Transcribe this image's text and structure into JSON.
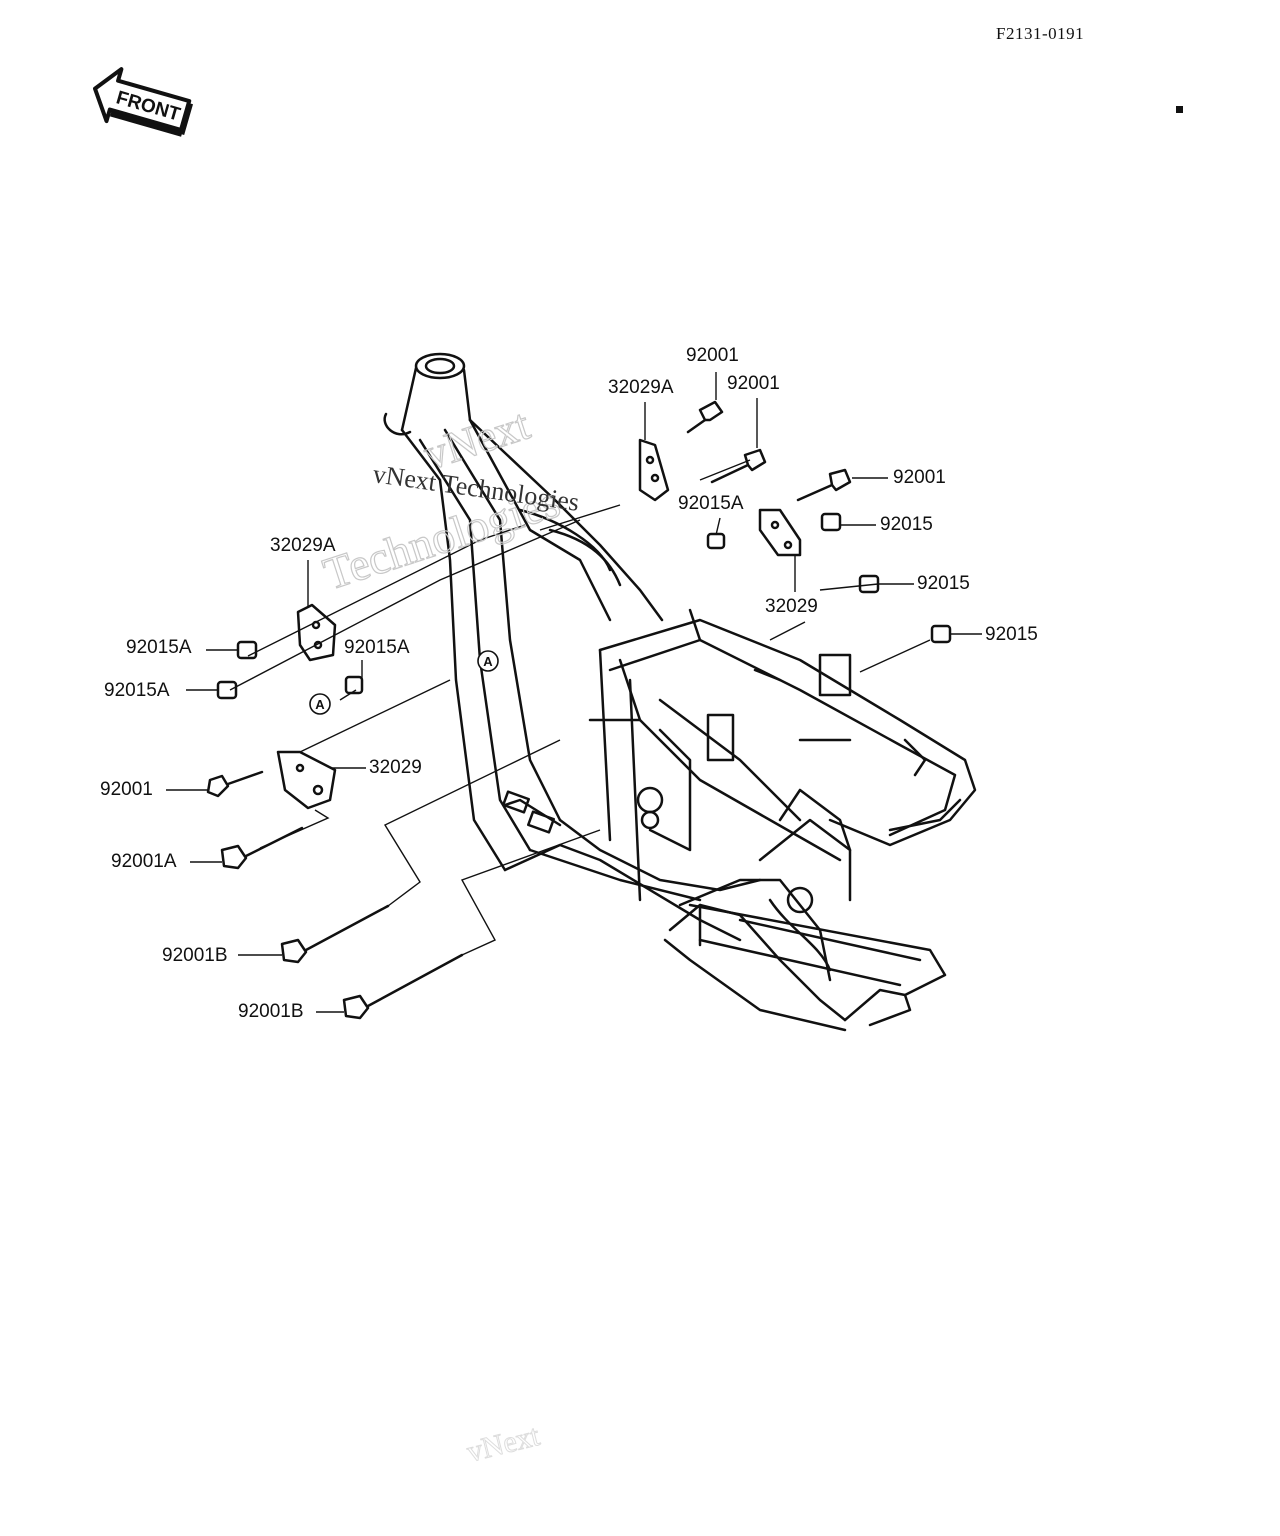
{
  "document": {
    "code": "F2131-0191"
  },
  "front_badge": {
    "text": "FRONT"
  },
  "watermark": {
    "line1": "vNext",
    "line2": "Technologies",
    "line3": "vNext Technologies"
  },
  "callout_letter": "A",
  "part_labels": {
    "p92001_top": "92001",
    "p32029A_top": "32029A",
    "p92001_top2": "92001",
    "p92001_right": "92001",
    "p92015A_right": "92015A",
    "p92015_right1": "92015",
    "p32029_right": "32029",
    "p92015_right2": "92015",
    "p92015_right3": "92015",
    "p32029A_left": "32029A",
    "p92015A_left1": "92015A",
    "p92015A_left2": "92015A",
    "p92015A_center": "92015A",
    "p92001_left": "92001",
    "p32029_left": "32029",
    "p92001A": "92001A",
    "p92001B_1": "92001B",
    "p92001B_2": "92001B"
  },
  "colors": {
    "ink": "#111111",
    "paper": "#ffffff",
    "watermark": "#c8c8c8"
  }
}
